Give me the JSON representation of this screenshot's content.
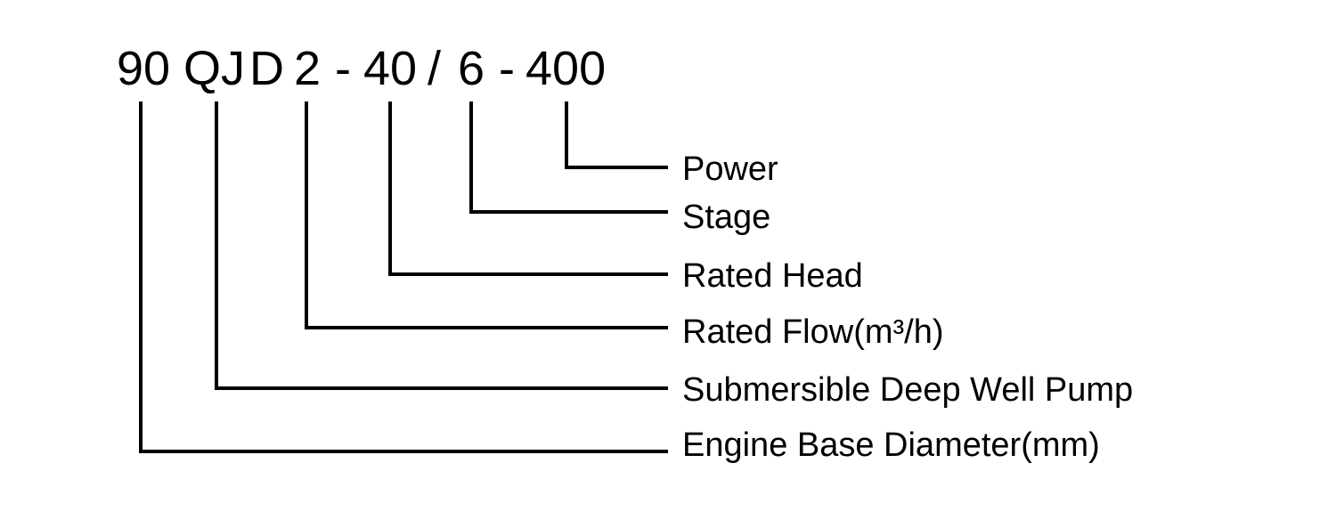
{
  "model_code": {
    "parts": [
      {
        "id": "diameter",
        "text": "90"
      },
      {
        "id": "pump_type",
        "text": "QJ"
      },
      {
        "id": "letter_d",
        "text": "D"
      },
      {
        "id": "flow",
        "text": "2"
      },
      {
        "id": "dash1",
        "text": "-"
      },
      {
        "id": "head",
        "text": "40"
      },
      {
        "id": "slash",
        "text": "/"
      },
      {
        "id": "stage",
        "text": "6"
      },
      {
        "id": "dash2",
        "text": "-"
      },
      {
        "id": "power",
        "text": "400"
      }
    ]
  },
  "legend": {
    "items": [
      {
        "id": "power",
        "label": "Power"
      },
      {
        "id": "stage",
        "label": "Stage"
      },
      {
        "id": "head",
        "label": "Rated Head"
      },
      {
        "id": "flow",
        "label": "Rated Flow(m³/h)"
      },
      {
        "id": "pump_type",
        "label": "Submersible Deep Well Pump"
      },
      {
        "id": "diameter",
        "label": "Engine Base Diameter(mm)"
      }
    ]
  },
  "colors": {
    "text": "#000000",
    "line": "#000000",
    "background": "#ffffff"
  }
}
